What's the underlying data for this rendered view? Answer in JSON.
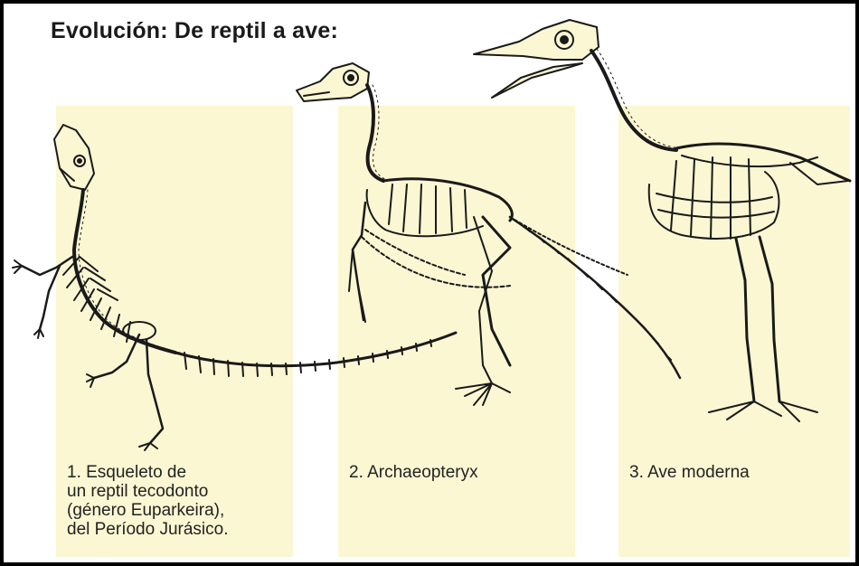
{
  "title": "Evolución: De reptil a ave:",
  "captions": [
    {
      "lines": [
        "1. Esqueleto de",
        "un reptil tecodonto",
        "(género Euparkeira),",
        "del Período Jurásico."
      ]
    },
    {
      "lines": [
        "2. Archaeopteryx"
      ]
    },
    {
      "lines": [
        "3. Ave moderna"
      ]
    }
  ],
  "colors": {
    "panel_background": "#fbf7d3",
    "frame_border": "#000000",
    "line_art": "#1a1a1a"
  }
}
